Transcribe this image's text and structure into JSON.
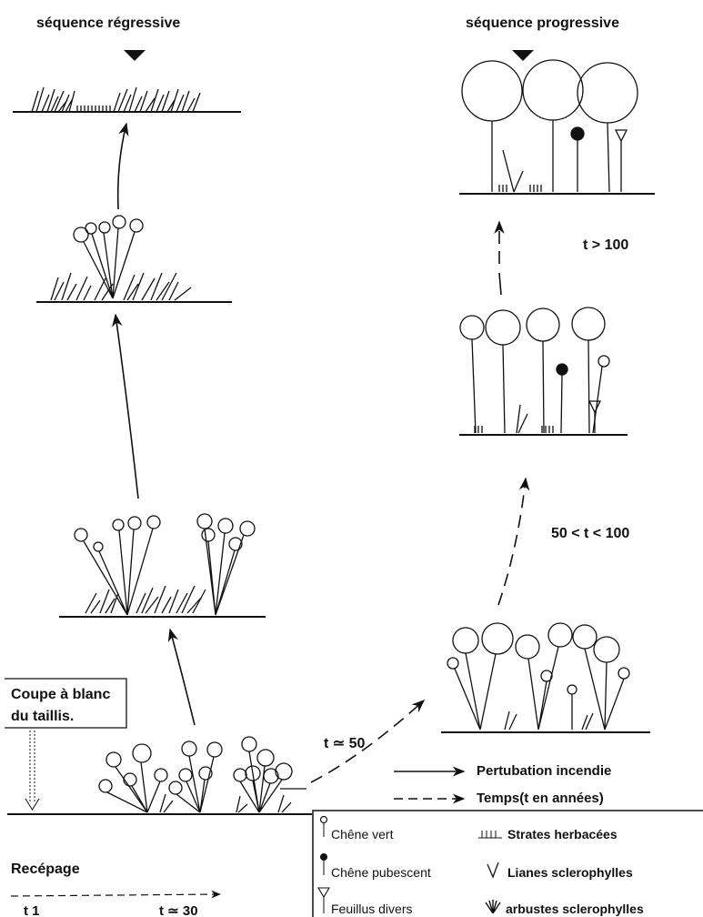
{
  "titles": {
    "regressive": "séquence régressive",
    "progressive": "séquence progressive"
  },
  "times": {
    "t_gt_100": "t > 100",
    "t_50_100": "50 < t < 100",
    "t_approx_50": "t ≃ 50",
    "t_1": "t 1",
    "t_approx_30": "t ≃ 30"
  },
  "coupe_box": {
    "line1": "Coupe à blanc",
    "line2": "du taillis."
  },
  "recepage": "Recépage",
  "legend_lines": {
    "fire": "Pertubation incendie",
    "time": "Temps(t en années)"
  },
  "legend_symbols": {
    "chene_vert": "Chêne vert",
    "chene_pubescent": "Chêne pubescent",
    "feuillus": "Feuillus divers",
    "strates": "Strates herbacées",
    "lianes": "Lianes sclerophylles",
    "arbustes": "arbustes sclerophylles"
  }
}
